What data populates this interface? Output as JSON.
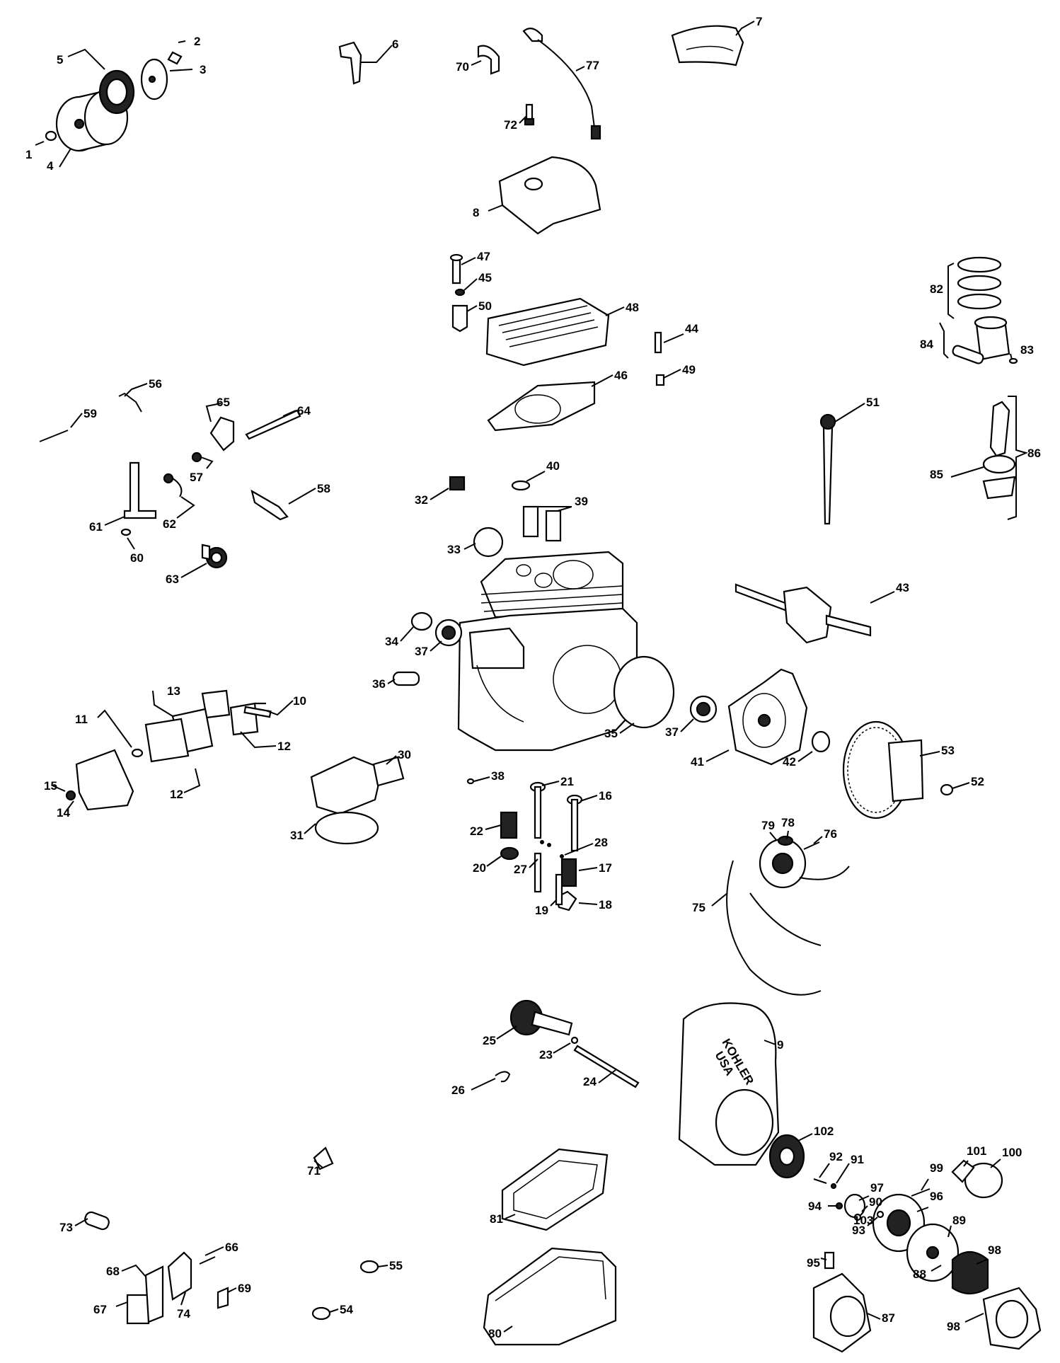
{
  "diagram": {
    "brand_text": [
      "KOHLER",
      "USA"
    ],
    "part_numbers": [
      "1",
      "2",
      "3",
      "4",
      "5",
      "6",
      "7",
      "8",
      "9",
      "10",
      "11",
      "12",
      "12",
      "13",
      "14",
      "15",
      "16",
      "17",
      "18",
      "19",
      "20",
      "21",
      "22",
      "23",
      "24",
      "25",
      "26",
      "27",
      "28",
      "30",
      "31",
      "32",
      "33",
      "34",
      "35",
      "36",
      "37",
      "37",
      "38",
      "39",
      "40",
      "41",
      "42",
      "43",
      "44",
      "45",
      "46",
      "47",
      "48",
      "49",
      "50",
      "51",
      "52",
      "53",
      "54",
      "55",
      "56",
      "57",
      "58",
      "59",
      "60",
      "61",
      "62",
      "63",
      "64",
      "65",
      "66",
      "67",
      "68",
      "69",
      "70",
      "71",
      "72",
      "73",
      "74",
      "75",
      "76",
      "77",
      "78",
      "79",
      "80",
      "81",
      "82",
      "83",
      "84",
      "85",
      "86",
      "87",
      "88",
      "89",
      "90",
      "91",
      "92",
      "93",
      "94",
      "95",
      "96",
      "97",
      "98",
      "98",
      "99",
      "100",
      "101",
      "102",
      "103"
    ]
  }
}
